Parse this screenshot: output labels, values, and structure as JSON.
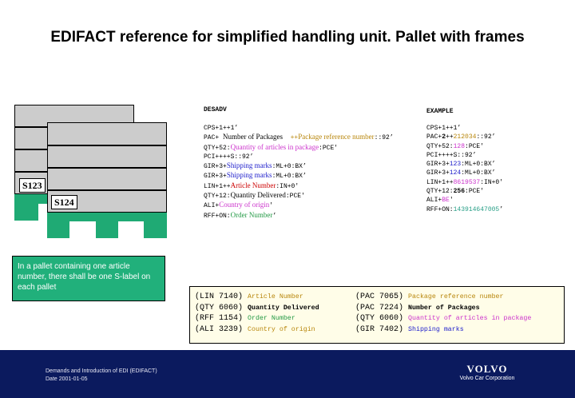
{
  "title": "EDIFACT reference for simplified handling unit. Pallet with frames",
  "pallets": {
    "back_label": "S123",
    "front_label": "S124"
  },
  "desadv": {
    "heading": "DESADV",
    "lines": [
      [
        {
          "t": "CPS+1++1’",
          "c": "k"
        }
      ],
      [
        {
          "t": "PAC+ ",
          "c": "k"
        },
        {
          "t": "Number of Packages",
          "c": "bk",
          "s": 1
        },
        {
          "t": "  ++",
          "c": "brown"
        },
        {
          "t": "Package reference number",
          "c": "brown",
          "s": 1
        },
        {
          "t": "::92’",
          "c": "k"
        }
      ],
      [
        {
          "t": "QTY+52:",
          "c": "k"
        },
        {
          "t": "Quantity of articles in package",
          "c": "pink",
          "s": 1
        },
        {
          "t": ":PCE'",
          "c": "k"
        }
      ],
      [
        {
          "t": "PCI++++S::92’",
          "c": "k"
        }
      ],
      [
        {
          "t": "GIR+3+",
          "c": "k"
        },
        {
          "t": "Shipping marks",
          "c": "blue",
          "s": 1
        },
        {
          "t": ":ML+0:BX’",
          "c": "k"
        }
      ],
      [
        {
          "t": "GIR+3+",
          "c": "k"
        },
        {
          "t": "Shipping marks",
          "c": "blue",
          "s": 1
        },
        {
          "t": ":ML+0:BX’",
          "c": "k"
        }
      ],
      [
        {
          "t": "LIN+1++",
          "c": "k"
        },
        {
          "t": "Article Number",
          "c": "red",
          "s": 1
        },
        {
          "t": ":IN+0'",
          "c": "k"
        }
      ],
      [
        {
          "t": "QTY+12:",
          "c": "k"
        },
        {
          "t": "Quantity Delivered",
          "c": "bk",
          "s": 1
        },
        {
          "t": ":PCE'",
          "c": "k"
        }
      ],
      [
        {
          "t": "ALI+",
          "c": "k"
        },
        {
          "t": "Country of origin",
          "c": "pink",
          "s": 1
        },
        {
          "t": "'",
          "c": "k"
        }
      ],
      [
        {
          "t": "RFF+ON:",
          "c": "k"
        },
        {
          "t": "Order Number",
          "c": "green",
          "s": 1
        },
        {
          "t": "’",
          "c": "k"
        }
      ]
    ]
  },
  "example": {
    "heading": "EXAMPLE",
    "lines": [
      [
        {
          "t": "CPS+1++1’",
          "c": "k"
        }
      ],
      [
        {
          "t": "PAC+",
          "c": "k"
        },
        {
          "t": "2",
          "c": "k",
          "b": 1
        },
        {
          "t": "++",
          "c": "k"
        },
        {
          "t": "212034",
          "c": "brown"
        },
        {
          "t": "::92’",
          "c": "k"
        }
      ],
      [
        {
          "t": "QTY+52:",
          "c": "k"
        },
        {
          "t": "128",
          "c": "pink"
        },
        {
          "t": ":PCE'",
          "c": "k"
        }
      ],
      [
        {
          "t": "PCI++++S::92’",
          "c": "k"
        }
      ],
      [
        {
          "t": "GIR+3+",
          "c": "k"
        },
        {
          "t": "123",
          "c": "blue"
        },
        {
          "t": ":ML+0:BX’",
          "c": "k"
        }
      ],
      [
        {
          "t": "GIR+3+",
          "c": "k"
        },
        {
          "t": "124",
          "c": "blue"
        },
        {
          "t": ":ML+0:BX’",
          "c": "k"
        }
      ],
      [
        {
          "t": "LIN+1++",
          "c": "k"
        },
        {
          "t": "8619537",
          "c": "pink"
        },
        {
          "t": ":IN+0'",
          "c": "k"
        }
      ],
      [
        {
          "t": "QTY+12:",
          "c": "k"
        },
        {
          "t": "256",
          "c": "k",
          "b": 1
        },
        {
          "t": ":PCE'",
          "c": "k"
        }
      ],
      [
        {
          "t": "ALI+",
          "c": "k"
        },
        {
          "t": "BE",
          "c": "pink"
        },
        {
          "t": "'",
          "c": "k"
        }
      ],
      [
        {
          "t": "RFF+ON:",
          "c": "k"
        },
        {
          "t": "143914647005",
          "c": "teal"
        },
        {
          "t": "’",
          "c": "k"
        }
      ]
    ]
  },
  "note": "In a pallet containing one article number, there shall be one S-label on each pallet",
  "legend": {
    "left": [
      {
        "code": "(LIN 7140)",
        "label": "Article Number",
        "c": "brown"
      },
      {
        "code": "(QTY 6060)",
        "label": "Quantity Delivered",
        "c": "bk"
      },
      {
        "code": "(RFF 1154)",
        "label": "Order Number",
        "c": "green"
      },
      {
        "code": "(ALI 3239)",
        "label": "Country of origin",
        "c": "brown"
      }
    ],
    "right": [
      {
        "code": "(PAC 7065)",
        "label": "Package reference number",
        "c": "brown"
      },
      {
        "code": "(PAC 7224)",
        "label": "Number of Packages",
        "c": "bk"
      },
      {
        "code": "(QTY 6060)",
        "label": "Quantity of articles in package",
        "c": "pink"
      },
      {
        "code": "(GIR 7402)",
        "label": "Shipping marks",
        "c": "blue"
      }
    ]
  },
  "footer": {
    "line1": "Demands and Introduction of EDI (EDIFACT)",
    "line2": "Date 2001-01-05",
    "logo_text": "VOLVO",
    "logo_sub": "Volvo Car Corporation"
  },
  "colors": {
    "k": "#000000",
    "bk": "#000000",
    "brown": "#b8860b",
    "pink": "#cc33cc",
    "blue": "#2222cc",
    "red": "#cc0000",
    "green": "#229944",
    "teal": "#2aa088",
    "pallet_green": "#1faa74",
    "frame_gray": "#cccccc",
    "footer_navy": "#0b1a5e"
  }
}
